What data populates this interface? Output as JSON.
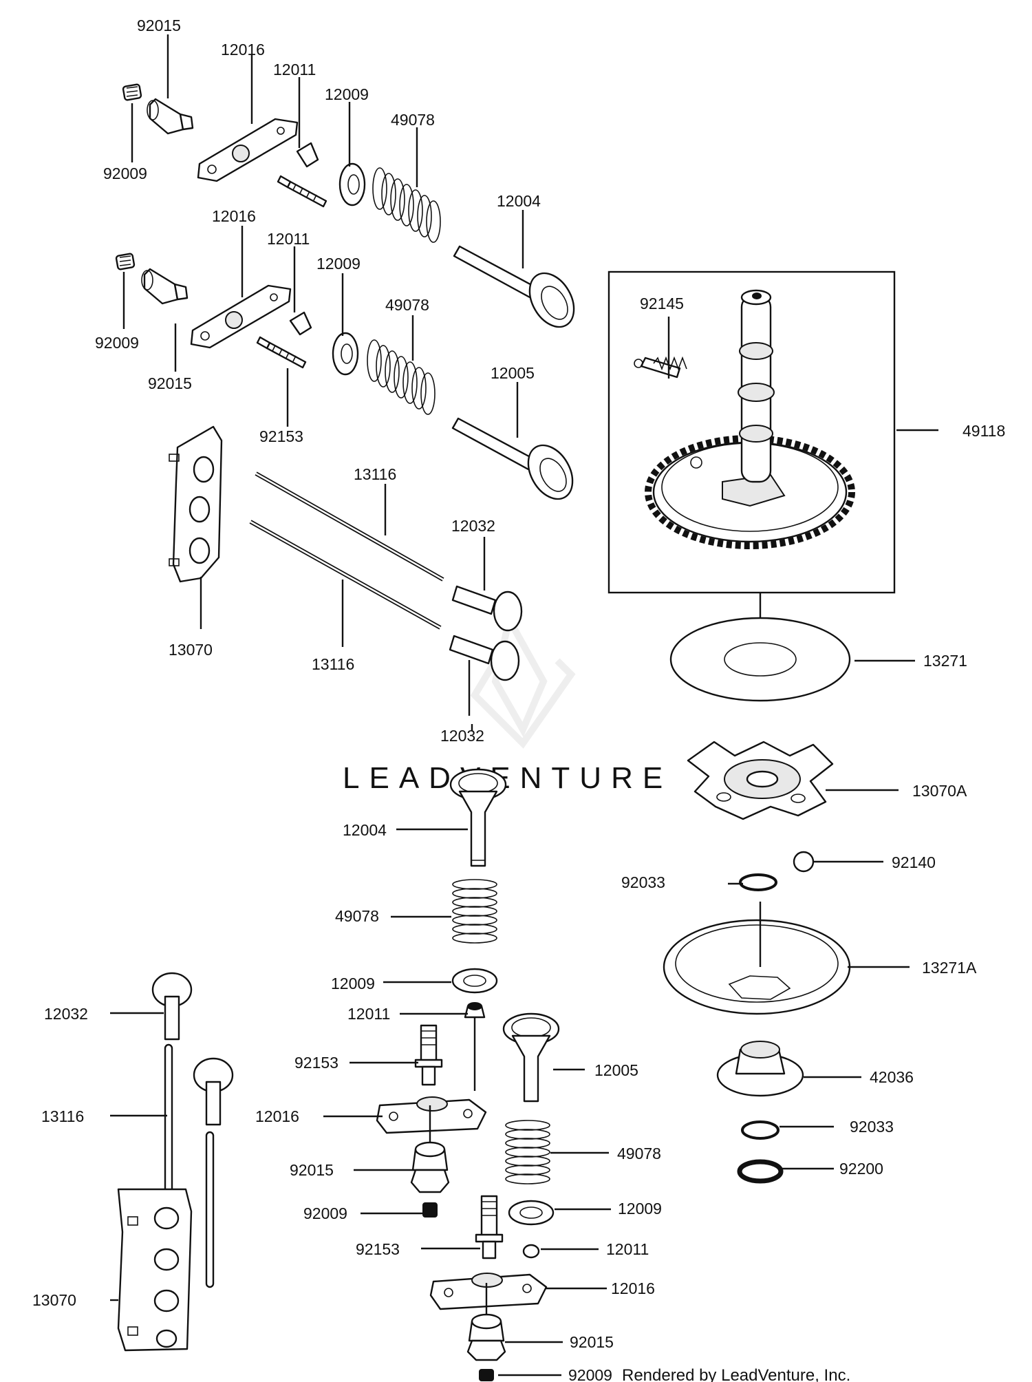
{
  "watermark": {
    "text": "LEADVENTURE"
  },
  "credit": {
    "text": "Rendered by LeadVenture, Inc."
  },
  "callouts": [
    {
      "id": "c01",
      "text": "92015"
    },
    {
      "id": "c02",
      "text": "12016"
    },
    {
      "id": "c03",
      "text": "12011"
    },
    {
      "id": "c04",
      "text": "12009"
    },
    {
      "id": "c05",
      "text": "49078"
    },
    {
      "id": "c06",
      "text": "92009"
    },
    {
      "id": "c07",
      "text": "12004"
    },
    {
      "id": "c08",
      "text": "12016"
    },
    {
      "id": "c09",
      "text": "12011"
    },
    {
      "id": "c10",
      "text": "12009"
    },
    {
      "id": "c11",
      "text": "49078"
    },
    {
      "id": "c12",
      "text": "92009"
    },
    {
      "id": "c13",
      "text": "92015"
    },
    {
      "id": "c14",
      "text": "92153"
    },
    {
      "id": "c15",
      "text": "12005"
    },
    {
      "id": "c16",
      "text": "92145"
    },
    {
      "id": "c17",
      "text": "49118"
    },
    {
      "id": "c18",
      "text": "13116"
    },
    {
      "id": "c19",
      "text": "12032"
    },
    {
      "id": "c20",
      "text": "13070"
    },
    {
      "id": "c21",
      "text": "13116"
    },
    {
      "id": "c22",
      "text": "12032"
    },
    {
      "id": "c23",
      "text": "13271"
    },
    {
      "id": "c24",
      "text": "13070A"
    },
    {
      "id": "c25",
      "text": "12004"
    },
    {
      "id": "c26",
      "text": "92140"
    },
    {
      "id": "c27",
      "text": "92033"
    },
    {
      "id": "c28",
      "text": "49078"
    },
    {
      "id": "c29",
      "text": "13271A"
    },
    {
      "id": "c30",
      "text": "12009"
    },
    {
      "id": "c31",
      "text": "12032"
    },
    {
      "id": "c32",
      "text": "12011"
    },
    {
      "id": "c33",
      "text": "12005"
    },
    {
      "id": "c34",
      "text": "92153"
    },
    {
      "id": "c35",
      "text": "42036"
    },
    {
      "id": "c36",
      "text": "13116"
    },
    {
      "id": "c37",
      "text": "12016"
    },
    {
      "id": "c38",
      "text": "92033"
    },
    {
      "id": "c39",
      "text": "49078"
    },
    {
      "id": "c40",
      "text": "92015"
    },
    {
      "id": "c41",
      "text": "92200"
    },
    {
      "id": "c42",
      "text": "92009"
    },
    {
      "id": "c43",
      "text": "12009"
    },
    {
      "id": "c44",
      "text": "92153"
    },
    {
      "id": "c45",
      "text": "12011"
    },
    {
      "id": "c46",
      "text": "13070"
    },
    {
      "id": "c47",
      "text": "12016"
    },
    {
      "id": "c48",
      "text": "92015"
    },
    {
      "id": "c49",
      "text": "92009"
    }
  ]
}
